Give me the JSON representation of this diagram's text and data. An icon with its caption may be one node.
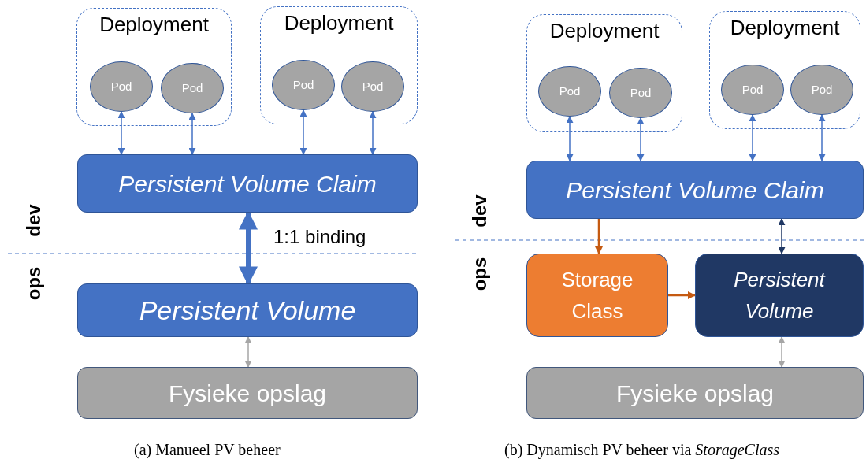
{
  "diagram": {
    "nodes": [
      {
        "text": [
          "Deployment"
        ]
      },
      {
        "text": [
          "Pod"
        ],
        "in": 0
      },
      {
        "text": [
          "Pod"
        ],
        "in": 0
      },
      {
        "text": [
          "Deployment"
        ]
      },
      {
        "text": [
          "Pod"
        ],
        "in": 3
      },
      {
        "text": [
          "Pod"
        ],
        "in": 3
      },
      {
        "text": [
          "Persistent Volume Claim"
        ]
      },
      {
        "text": [
          "Persistent Volume"
        ]
      },
      {
        "text": [
          "Fysieke opslag"
        ]
      },
      {
        "text": [
          "Deployment"
        ]
      },
      {
        "text": [
          "Pod"
        ],
        "in": 9
      },
      {
        "text": [
          "Pod"
        ],
        "in": 9
      },
      {
        "text": [
          "Deployment"
        ]
      },
      {
        "text": [
          "Pod"
        ],
        "in": 12
      },
      {
        "text": [
          "Pod"
        ],
        "in": 12
      },
      {
        "text": [
          "Persistent Volume Claim"
        ]
      },
      {
        "text": [
          "Storage Class"
        ]
      },
      {
        "text": [
          "Persistent Volume"
        ]
      },
      {
        "text": [
          "Fysieke opslag"
        ]
      }
    ],
    "edges": [
      {
        "from": 1,
        "to": 6,
        "arrow": "both"
      },
      {
        "from": 2,
        "to": 6,
        "arrow": "both"
      },
      {
        "from": 4,
        "to": 6,
        "arrow": "both"
      },
      {
        "from": 5,
        "to": 6,
        "arrow": "both"
      },
      {
        "from": 6,
        "to": 7,
        "arrow": "both",
        "label": "1:1 binding",
        "style": "thick"
      },
      {
        "from": 7,
        "to": 8,
        "arrow": "both",
        "color": "#a6a6a6"
      },
      {
        "from": 10,
        "to": 15,
        "arrow": "both"
      },
      {
        "from": 11,
        "to": 15,
        "arrow": "both"
      },
      {
        "from": 13,
        "to": 15,
        "arrow": "both"
      },
      {
        "from": 14,
        "to": 15,
        "arrow": "both"
      },
      {
        "from": 15,
        "to": 16,
        "arrow": "to",
        "color": "#c55a11"
      },
      {
        "from": 16,
        "to": 17,
        "arrow": "to",
        "color": "#c55a11"
      },
      {
        "from": 15,
        "to": 17,
        "arrow": "both",
        "color": "#203864"
      },
      {
        "from": 17,
        "to": 18,
        "arrow": "both",
        "color": "#a6a6a6"
      }
    ],
    "labels": [
      "dev",
      "ops",
      "dev",
      "ops",
      "(a) Manueel PV beheer",
      "(b) Dynamisch PV beheer via *StorageClass*"
    ]
  }
}
